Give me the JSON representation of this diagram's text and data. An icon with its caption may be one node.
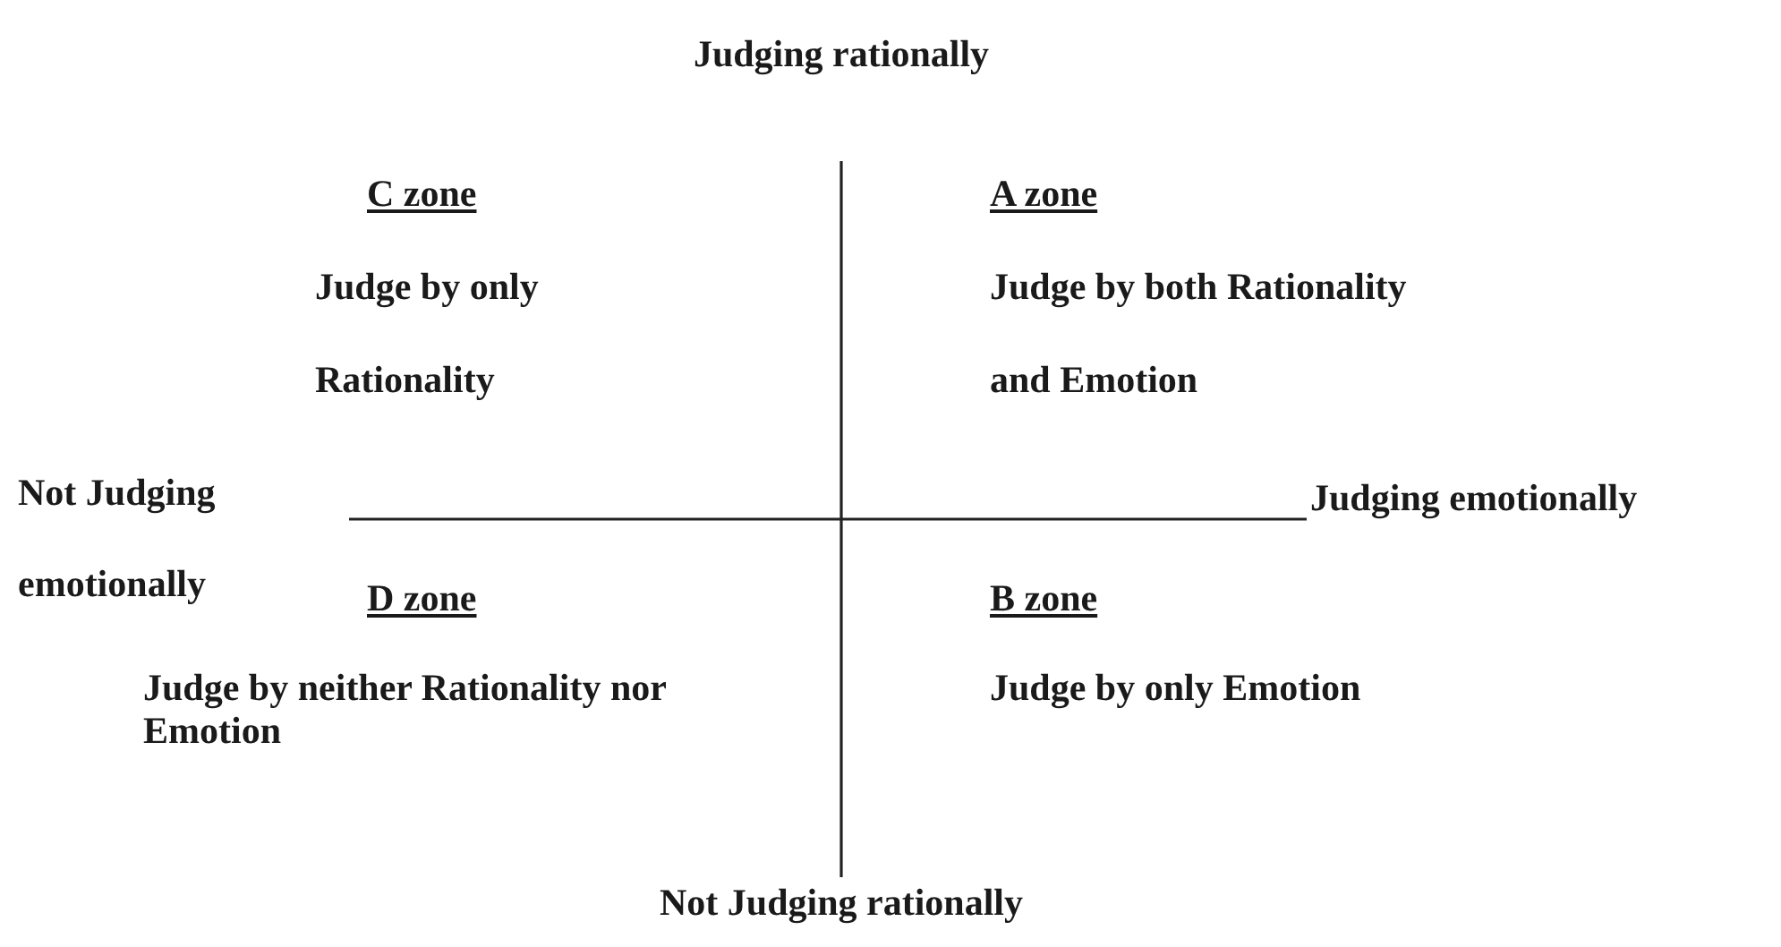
{
  "diagram": {
    "labels": [
      "Judging rationally",
      "C zone",
      "A zone",
      "Judge by only Rationality",
      "Judge by both Rationality and Emotion",
      "Not Judging emotionally",
      "Judging emotionally",
      "D zone",
      "B zone",
      "Judge by neither Rationality nor Emotion",
      "Judge by only Emotion",
      "Not Judging rationally"
    ]
  }
}
